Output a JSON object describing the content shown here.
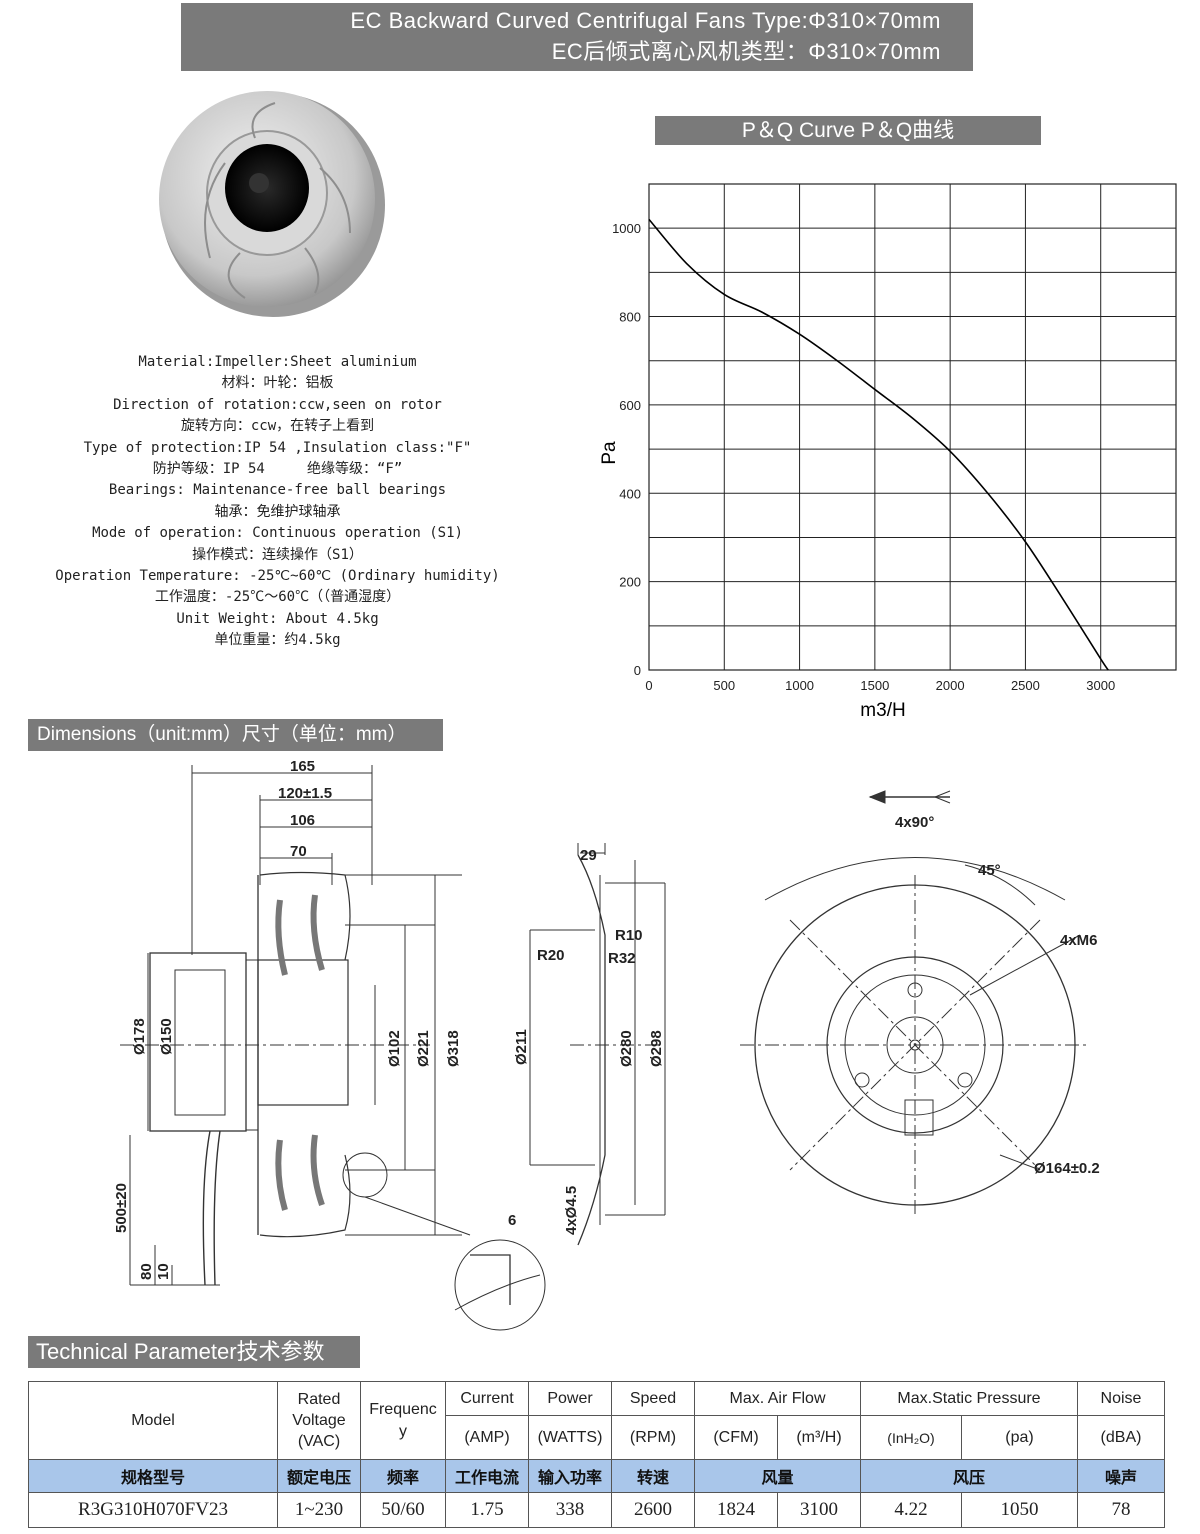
{
  "header": {
    "title_en": "EC Backward Curved Centrifugal Fans Type:Φ310×70mm",
    "title_cn": "EC后倾式离心风机类型：Φ310×70mm"
  },
  "pq_section": {
    "title": "P＆Q Curve  P＆Q曲线"
  },
  "dimensions_section": {
    "title": "Dimensions（unit:mm）尺寸（单位：mm）"
  },
  "technical_section": {
    "title": "Technical Parameter技术参数"
  },
  "specs": [
    "Material:Impeller:Sheet aluminium",
    "材料：叶轮：铝板",
    "Direction of rotation:ccw,seen on rotor",
    "旋转方向：ccw，在转子上看到",
    "Type of protection:IP 54 ,Insulation class:\"F\"",
    "防护等级：IP 54     绝缘等级：“F”",
    "Bearings: Maintenance-free ball bearings",
    "轴承：免维护球轴承",
    "Mode of operation: Continuous operation (S1)",
    "操作模式：连续操作（S1）",
    "Operation Temperature: -25℃~60℃ (Ordinary humidity)",
    "工作温度：-25℃～60℃（（普通湿度）",
    "Unit Weight: About 4.5kg",
    "单位重量：约4.5kg"
  ],
  "chart_data": {
    "type": "line",
    "title": "",
    "xlabel": "m3/H",
    "ylabel": "Pa",
    "xlim": [
      0,
      3500
    ],
    "ylim": [
      0,
      1100
    ],
    "x_ticks": [
      "0",
      "500",
      "1000",
      "1500",
      "2000",
      "2500",
      "3000"
    ],
    "y_ticks": [
      "0",
      "200",
      "400",
      "600",
      "800",
      "1000"
    ],
    "grid": true,
    "series": [
      {
        "x": [
          0,
          250,
          500,
          750,
          1000,
          1250,
          1500,
          1750,
          2000,
          2250,
          2500,
          2750,
          3000,
          3050
        ],
        "y": [
          1020,
          920,
          850,
          810,
          760,
          700,
          635,
          570,
          495,
          400,
          290,
          160,
          25,
          0
        ]
      }
    ]
  },
  "drawing": {
    "side": {
      "top_dims": [
        "165",
        "120±1.5",
        "106",
        "70"
      ],
      "left_dims": [
        "Ø178",
        "Ø150"
      ],
      "inner_dims": [
        "Ø102",
        "Ø221",
        "Ø318"
      ],
      "lead_dims": [
        "500±20",
        "80",
        "10"
      ]
    },
    "profile": {
      "labels": [
        "29",
        "R10",
        "R20",
        "R32",
        "Ø211",
        "Ø280",
        "Ø298",
        "4xØ4.5",
        "6"
      ]
    },
    "front": {
      "labels": [
        "4x90°",
        "45°",
        "4xM6",
        "Ø164±0.2"
      ]
    }
  },
  "table": {
    "header_row1": {
      "model": "Model",
      "voltage": "Rated\nVoltage\n(VAC)",
      "frequency": "Frequenc\ny",
      "current": "Current",
      "power": "Power",
      "speed": "Speed",
      "airflow": "Max. Air Flow",
      "pressure": "Max.Static Pressure",
      "noise": "Noise"
    },
    "header_row2": {
      "current_unit": "(AMP)",
      "power_unit": "(WATTS)",
      "speed_unit": "(RPM)",
      "cfm_unit": "(CFM)",
      "m3h_unit": "(m³/H)",
      "inh2o_unit": "(InH₂O)",
      "pa_unit": "(pa)",
      "noise_unit": "(dBA)"
    },
    "cn_row": {
      "model": "规格型号",
      "voltage": "额定电压",
      "frequency": "频率",
      "current": "工作电流",
      "power": "输入功率",
      "speed": "转速",
      "airflow": "风量",
      "pressure": "风压",
      "noise": "噪声"
    },
    "values": {
      "model": "R3G310H070FV23",
      "voltage": "1~230",
      "frequency": "50/60",
      "current": "1.75",
      "power": "338",
      "speed": "2600",
      "cfm": "1824",
      "m3h": "3100",
      "inh2o": "4.22",
      "pa": "1050",
      "noise": "78"
    }
  }
}
